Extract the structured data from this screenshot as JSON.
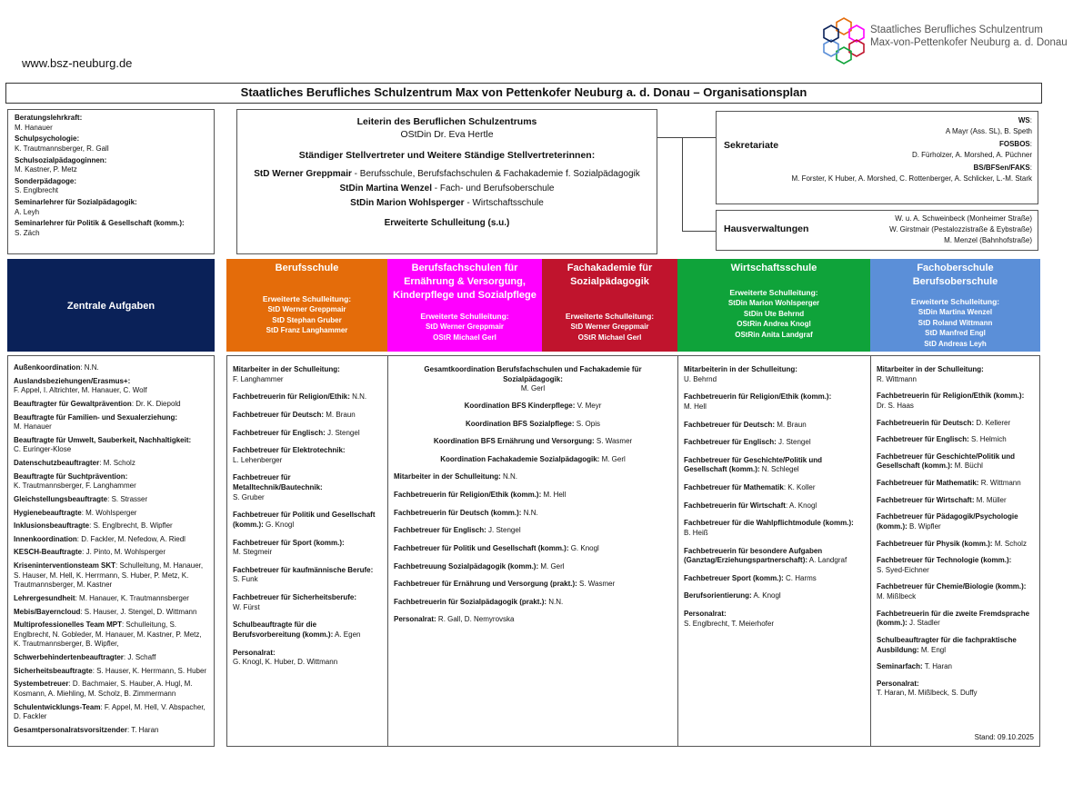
{
  "header": {
    "website": "www.bsz-neuburg.de",
    "logo_line1": "Staatliches Berufliches Schulzentrum",
    "logo_line2": "Max-von-Pettenkofer Neuburg a. d. Donau",
    "logo_colors": [
      "#e46c0a",
      "#ff00ff",
      "#c0142d",
      "#0fa33a",
      "#5b8fd8",
      "#0a2158"
    ],
    "title": "Staatliches Berufliches Schulzentrum Max von Pettenkofer Neuburg a. d. Donau – Organisationsplan"
  },
  "left_info": [
    {
      "label": "Beratungslehrkraft:",
      "value": "M. Hanauer"
    },
    {
      "label": "Schulpsychologie:",
      "value": "K. Trautmannsberger, R. Gall"
    },
    {
      "label": "Schulsozialpädagoginnen:",
      "value": "M. Kastner, P. Metz"
    },
    {
      "label": "Sonderpädagoge:",
      "value": "S. Englbrecht"
    },
    {
      "label": "Seminarlehrer für Sozialpädagogik:",
      "value": "A. Leyh"
    },
    {
      "label": "Seminarlehrer für Politik & Gesellschaft (komm.):",
      "value": "S. Zäch"
    }
  ],
  "leader": {
    "title": "Leiterin des Beruflichen Schulzentrums",
    "name": "OStDin Dr. Eva Hertle",
    "deputies_title": "Ständiger Stellvertreter und Weitere Ständige Stellvertreterinnen:",
    "deputies": [
      {
        "name": "StD Werner Greppmair",
        "desc": " - Berufsschule, Berufsfachschulen & Fachakademie f. Sozialpädagogik"
      },
      {
        "name": "StDin Martina Wenzel",
        "desc": " - Fach- und Berufsoberschule"
      },
      {
        "name": "StDin Marion Wohlsperger",
        "desc": " - Wirtschaftsschule"
      }
    ],
    "extended": "Erweiterte Schulleitung (s.u.)"
  },
  "sekretariate": {
    "label": "Sekretariate",
    "ws_label": "WS",
    "ws": "A Mayr (Ass. SL), B. Speth",
    "fosbos_label": "FOSBOS",
    "fosbos": "D. Fürholzer, A. Morshed, A. Püchner",
    "bs_label": "BS/BFSen/FAKS",
    "bs": "M. Forster, K Huber, A. Morshed, C. Rottenberger, A. Schlicker, L.-M. Stark"
  },
  "hausverwaltungen": {
    "label": "Hausverwaltungen",
    "lines": [
      "W. u. A. Schweinbeck (Monheimer Straße)",
      "W. Girstmair (Pestalozzistraße & Eybstraße)",
      "M. Menzel (Bahnhofstraße)"
    ]
  },
  "zentrale": {
    "title": "Zentrale Aufgaben",
    "items": [
      {
        "label": "Außenkoordination",
        "value": ": N.N."
      },
      {
        "label": "Auslandsbeziehungen/Erasmus+:",
        "value": "F. Appel, I. Altrichter, M. Hanauer, C. Wolf"
      },
      {
        "label": "Beauftragter für Gewaltprävention",
        "value": ": Dr. K. Diepold"
      },
      {
        "label": "Beauftragte für Familien- und Sexualerziehung:",
        "value": "M. Hanauer"
      },
      {
        "label": "Beauftragte für Umwelt, Sauberkeit, Nachhaltigkeit:",
        "value": "C. Euringer-Klose"
      },
      {
        "label": "Datenschutzbeauftragter",
        "value": ": M. Scholz"
      },
      {
        "label": "Beauftragte für Suchtprävention:",
        "value": "K. Trautmannsberger, F. Langhammer"
      },
      {
        "label": "Gleichstellungsbeauftragte",
        "value": ": S. Strasser"
      },
      {
        "label": "Hygienebeauftragte",
        "value": ": M. Wohlsperger"
      },
      {
        "label": "Inklusionsbeauftragte",
        "value": ": S. Englbrecht, B. Wipfler"
      },
      {
        "label": "Innenkoordination",
        "value": ": D. Fackler, M. Nefedow, A. Riedl"
      },
      {
        "label": "KESCH-Beauftragte",
        "value": ": J. Pinto, M. Wohlsperger"
      },
      {
        "label": "Kriseninterventionsteam SKT",
        "value": ": Schulleitung, M. Hanauer, S. Hauser, M. Hell, K. Herrmann, S. Huber, P. Metz, K. Trautmannsberger, M. Kastner"
      },
      {
        "label": "Lehrergesundheit",
        "value": ": M. Hanauer, K. Trautmannsberger"
      },
      {
        "label": "Mebis/Bayerncloud",
        "value": ": S. Hauser, J. Stengel, D. Wittmann"
      },
      {
        "label": "Multiprofessionelles Team MPT",
        "value": ": Schulleitung, S. Englbrecht, N. Gobleder, M. Hanauer, M. Kastner, P. Metz, K. Trautmannsberger, B. Wipfler,"
      },
      {
        "label": "Schwerbehindertenbeauftragter",
        "value": ": J. Schaff"
      },
      {
        "label": "Sicherheitsbeauftragte",
        "value": ": S. Hauser, K. Herrmann, S. Huber"
      },
      {
        "label": "Systembetreuer",
        "value": ": D. Bachmaier, S. Hauber, A. Hugl, M. Kosmann, A. Miehling, M. Scholz, B. Zimmermann"
      },
      {
        "label": "Schulentwicklungs-Team",
        "value": ": F. Appel, M. Hell, V. Abspacher, D. Fackler"
      },
      {
        "label": "Gesamtpersonalratsvorsitzender",
        "value": ": T. Haran"
      }
    ]
  },
  "departments": {
    "bs": {
      "name": "Berufsschule",
      "eh": "Erweiterte Schulleitung:",
      "members": [
        "StD Werner Greppmair",
        "StD Stephan Gruber",
        "StD Franz Langhammer"
      ]
    },
    "bfs": {
      "name": "Berufsfachschulen für Ernährung & Versorgung, Kinderpflege und Sozialpflege",
      "eh": "Erweiterte Schulleitung:",
      "members": [
        "StD Werner Greppmair",
        "OStR Michael Gerl"
      ]
    },
    "fak": {
      "name": "Fachakademie für Sozialpädagogik",
      "eh": "Erweiterte Schulleitung:",
      "members": [
        "StD Werner Greppmair",
        "OStR Michael Gerl"
      ]
    },
    "ws": {
      "name": "Wirtschaftsschule",
      "eh": "Erweiterte Schulleitung:",
      "members": [
        "StDin Marion Wohlsperger",
        "StDin Ute Behrnd",
        "OStRin Andrea Knogl",
        "OStRin Anita Landgraf"
      ]
    },
    "fos": {
      "name": "Fachoberschule Berufsoberschule",
      "eh": "Erweiterte Schulleitung:",
      "members": [
        "StDin Martina Wenzel",
        "StD Roland Wittmann",
        "StD Manfred Engl",
        "StD Andreas Leyh"
      ]
    }
  },
  "col_bs": [
    {
      "label": "Mitarbeiter in der Schulleitung:",
      "value": "F. Langhammer"
    },
    {
      "label": "Fachbetreuerin für Religion/Ethik:",
      "value": " N.N."
    },
    {
      "label": "Fachbetreuer für Deutsch:",
      "value": " M. Braun"
    },
    {
      "label": "Fachbetreuer für Englisch:",
      "value": " J. Stengel"
    },
    {
      "label": "Fachbetreuer für Elektrotechnik:",
      "value": "L. Lehenberger"
    },
    {
      "label": "Fachbetreuer für Metalltechnik/Bautechnik:",
      "value": "S. Gruber"
    },
    {
      "label": "Fachbetreuer für Politik und Gesellschaft (komm.):",
      "value": " G. Knogl"
    },
    {
      "label": "Fachbetreuer für Sport (komm.):",
      "value": "M. Stegmeir"
    },
    {
      "label": "Fachbetreuer für kaufmännische Berufe:",
      "value": "S. Funk"
    },
    {
      "label": "Fachbetreuer für Sicherheitsberufe:",
      "value": "W. Fürst"
    },
    {
      "label": "Schulbeauftragte für die Berufsvorbereitung (komm.):",
      "value": " A. Egen"
    },
    {
      "label": "Personalrat:",
      "value": "G. Knogl, K. Huber, D. Wittmann"
    }
  ],
  "col_mid": {
    "gesamt_label": "Gesamtkoordination Berufsfachschulen und Fachakademie für Sozialpädagogik:",
    "gesamt_value": "M. Gerl",
    "coord": [
      {
        "label": "Koordination BFS Kinderpflege:",
        "value": " V. Meyr"
      },
      {
        "label": "Koordination BFS Sozialpflege:",
        "value": " S. Opis"
      },
      {
        "label": "Koordination BFS Ernährung und Versorgung:",
        "value": " S. Wasmer"
      },
      {
        "label": "Koordination Fachakademie Sozialpädagogik:",
        "value": " M. Gerl"
      }
    ],
    "items": [
      {
        "label": "Mitarbeiter in der Schulleitung:",
        "value": " N.N."
      },
      {
        "label": "Fachbetreuerin für Religion/Ethik (komm.):",
        "value": " M. Hell"
      },
      {
        "label": "Fachbetreuerin für Deutsch (komm.):",
        "value": " N.N."
      },
      {
        "label": "Fachbetreuer für Englisch:",
        "value": " J. Stengel"
      },
      {
        "label": "Fachbetreuer für Politik und Gesellschaft (komm.):",
        "value": " G. Knogl"
      },
      {
        "label": "Fachbetreuung Sozialpädagogik (komm.):",
        "value": " M. Gerl"
      },
      {
        "label": "Fachbetreuer für Ernährung und Versorgung (prakt.):",
        "value": " S. Wasmer"
      },
      {
        "label": "Fachbetreuerin für Sozialpädagogik (prakt.):",
        "value": " N.N."
      },
      {
        "label": "Personalrat:",
        "value": " R. Gall, D. Nemyrovska"
      }
    ]
  },
  "col_ws": [
    {
      "label": "Mitarbeiterin in der Schulleitung:",
      "value": "U. Behrnd"
    },
    {
      "label": "Fachbetreuerin für Religion/Ethik (komm.):",
      "value": "M. Hell"
    },
    {
      "label": "Fachbetreuer für Deutsch:",
      "value": " M. Braun"
    },
    {
      "label": "Fachbetreuer für Englisch:",
      "value": " J. Stengel"
    },
    {
      "label": "Fachbetreuer für Geschichte/Politik und Gesellschaft (komm.):",
      "value": " N. Schlegel"
    },
    {
      "label": "Fachbetreuer für Mathematik",
      "value": ": K. Koller"
    },
    {
      "label": "Fachbetreuerin für Wirtschaft",
      "value": ": A. Knogl"
    },
    {
      "label": "Fachbetreuer für die Wahlpflichtmodule (komm.):",
      "value": "B. Heiß"
    },
    {
      "label": "Fachbetreuerin für besondere Aufgaben (Ganztag/Erziehungspartnerschaft):",
      "value": " A. Landgraf"
    },
    {
      "label": "Fachbetreuer Sport (komm.):",
      "value": " C. Harms"
    },
    {
      "label": "Berufsorientierung:",
      "value": " A. Knogl"
    },
    {
      "label": "Personalrat:",
      "value": "S. Englbrecht, T. Meierhofer"
    }
  ],
  "col_fos": [
    {
      "label": "Mitarbeiter in der Schulleitung:",
      "value": "R. Wittmann"
    },
    {
      "label": "Fachbetreuerin für Religion/Ethik (komm.):",
      "value": "Dr. S. Haas"
    },
    {
      "label": "Fachbetreuerin für Deutsch:",
      "value": " D. Kellerer"
    },
    {
      "label": "Fachbetreuer für Englisch:",
      "value": " S. Helmich"
    },
    {
      "label": "Fachbetreuer für Geschichte/Politik und Gesellschaft (komm.):",
      "value": " M. Büchl"
    },
    {
      "label": "Fachbetreuer für Mathematik:",
      "value": " R. Wittmann"
    },
    {
      "label": "Fachbetreuer für Wirtschaft:",
      "value": " M. Müller"
    },
    {
      "label": "Fachbetreuer für Pädagogik/Psychologie (komm.):",
      "value": " B. Wipfler"
    },
    {
      "label": "Fachbetreuer für Physik (komm.):",
      "value": " M. Scholz"
    },
    {
      "label": "Fachbetreuer für Technologie (komm.):",
      "value": "S. Syed-Eichner"
    },
    {
      "label": "Fachbetreuer für Chemie/Biologie (komm.):",
      "value": "M. Mißlbeck"
    },
    {
      "label": "Fachbetreuerin für die zweite Fremdsprache (komm.):",
      "value": " J. Stadler"
    },
    {
      "label": "Schulbeauftragter für die fachpraktische Ausbildung:",
      "value": " M. Engl"
    },
    {
      "label": "Seminarfach:",
      "value": " T. Haran"
    },
    {
      "label": "Personalrat:",
      "value": "T. Haran, M. Mißlbeck, S. Duffy"
    }
  ],
  "stand": "Stand: 09.10.2025"
}
